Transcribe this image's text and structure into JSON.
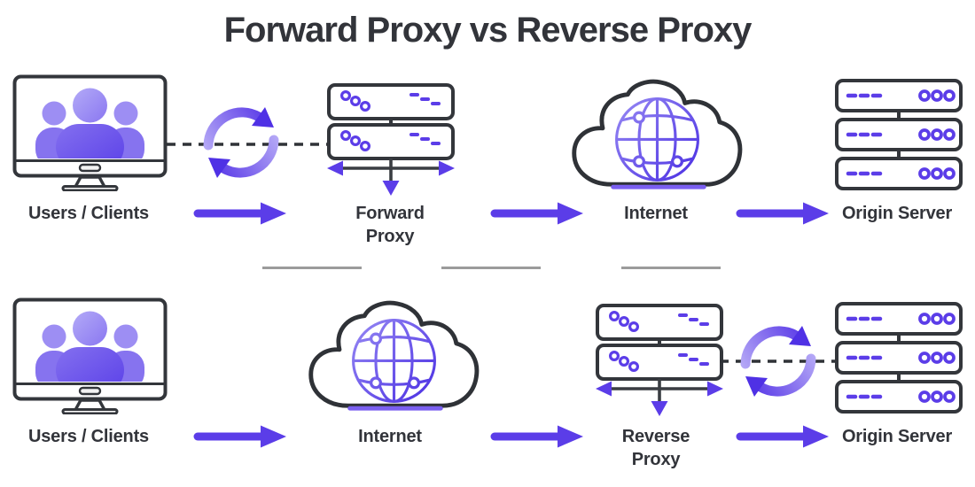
{
  "title": "Forward Proxy vs Reverse Proxy",
  "theme": {
    "accent": "#5b3de8",
    "accent_light": "#b9aef7",
    "outline": "#33363b",
    "text_color": "#32343a",
    "divider": "#9b9b9b",
    "background": "#ffffff"
  },
  "icons": {
    "users": "users-monitor-icon",
    "exchange": "sync-arrows-icon",
    "proxy": "proxy-server-stack-icon",
    "internet": "cloud-globe-icon",
    "origin": "origin-server-stack-icon",
    "flow": "flow-arrow-icon"
  },
  "forward_flow": {
    "users_label": "Users / Clients",
    "proxy_label": "Forward Proxy",
    "internet_label": "Internet",
    "origin_label": "Origin Server"
  },
  "reverse_flow": {
    "users_label": "Users / Clients",
    "internet_label": "Internet",
    "proxy_label": "Reverse Proxy",
    "origin_label": "Origin Server"
  }
}
